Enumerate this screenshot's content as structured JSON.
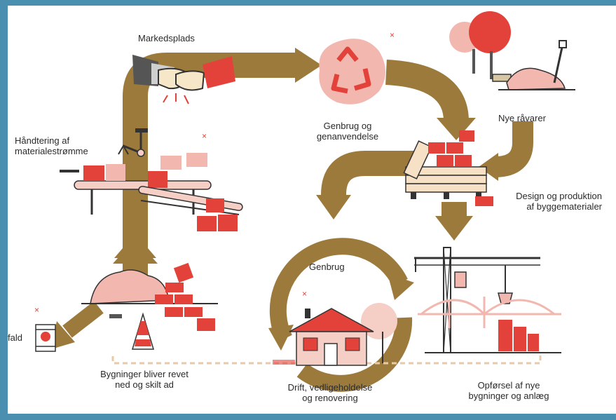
{
  "colors": {
    "arrow": "#9c7a3c",
    "red": "#e3423b",
    "light_red": "#f2b8b0",
    "pink": "#f5cfc6",
    "dark": "#3a3a3a",
    "frame": "#4a8fb0"
  },
  "labels": {
    "marketplace": "Markedsplads",
    "handling_line1": "Håndtering af",
    "handling_line2": "materialestrømme",
    "recycling_line1": "Genbrug og",
    "recycling_line2": "genanvendelse",
    "raw_materials": "Nye råvarer",
    "design_line1": "Design og produktion",
    "design_line2": "af byggematerialer",
    "reuse": "Genbrug",
    "waste": "fald",
    "demolition_line1": "Bygninger bliver revet",
    "demolition_line2": "ned og skilt ad",
    "operation_line1": "Drift, vedligeholdelse",
    "operation_line2": "og renovering",
    "construction_line1": "Opførsel af nye",
    "construction_line2": "bygninger og anlæg"
  },
  "icons": [
    "handshake-icon",
    "recycle-icon",
    "trees-and-shovel-icon",
    "conveyor-belt-icon",
    "robot-arm-icon",
    "lumber-and-bricks-icon",
    "crane-and-bridge-icon",
    "house-icon",
    "rubble-and-bricks-icon",
    "traffic-cone-icon",
    "waste-barrel-icon"
  ]
}
